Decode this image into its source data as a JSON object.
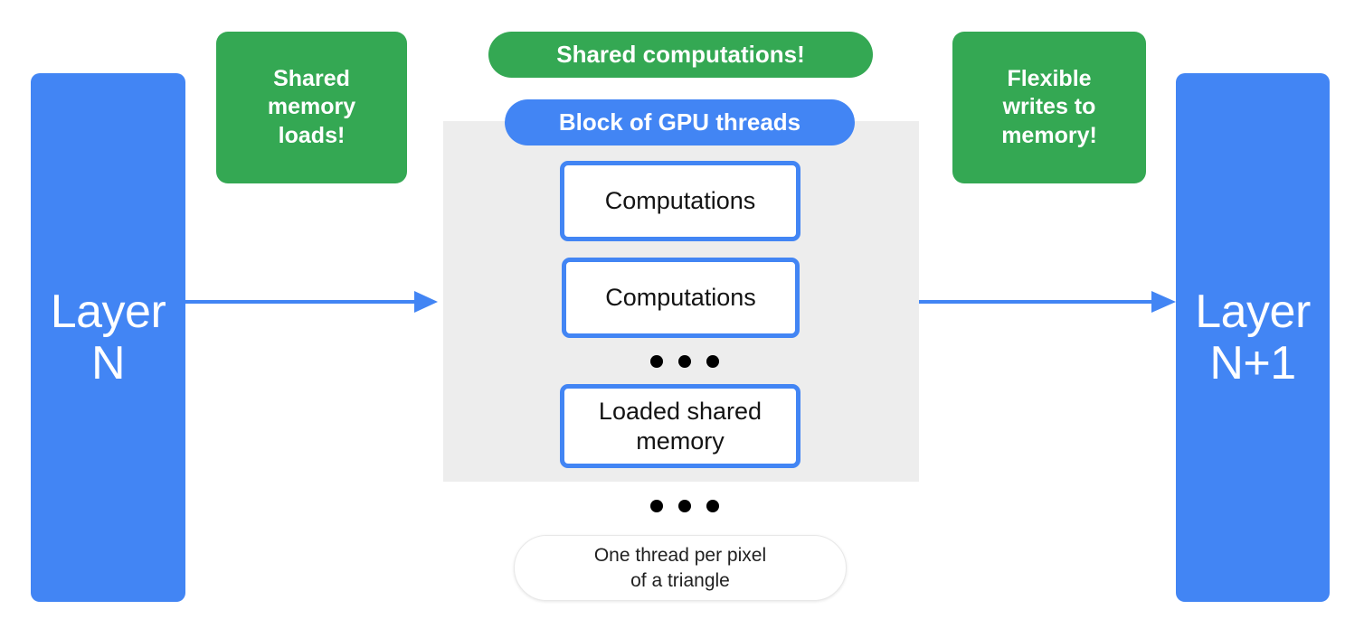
{
  "diagram": {
    "title": "GPU block shared-memory dataflow between neural network layers",
    "colors": {
      "blue": "#4285F4",
      "green": "#34A853",
      "panel_gray": "#EDEDED",
      "white": "#FFFFFF",
      "text_dark": "#131313"
    }
  },
  "layers": {
    "input": {
      "label": "Layer\nN"
    },
    "output": {
      "label": "Layer\nN+1"
    }
  },
  "callouts": {
    "left": {
      "label": "Shared\nmemory\nloads!"
    },
    "right": {
      "label": "Flexible\nwrites to\nmemory!"
    }
  },
  "pills": {
    "shared_computations": {
      "label": "Shared computations!"
    },
    "block_of_gpu_threads": {
      "label": "Block of GPU threads"
    },
    "one_thread": {
      "label": "One thread per pixel\nof a triangle"
    }
  },
  "block": {
    "threads": [
      {
        "label": "Computations"
      },
      {
        "label": "Computations"
      },
      {
        "label": "Loaded shared\nmemory"
      }
    ],
    "ellipsis_inner": "• • •",
    "ellipsis_outer": "• • •"
  },
  "arrows": [
    {
      "name": "layer-n-to-block",
      "direction": "right"
    },
    {
      "name": "block-to-layer-n1",
      "direction": "right"
    }
  ]
}
